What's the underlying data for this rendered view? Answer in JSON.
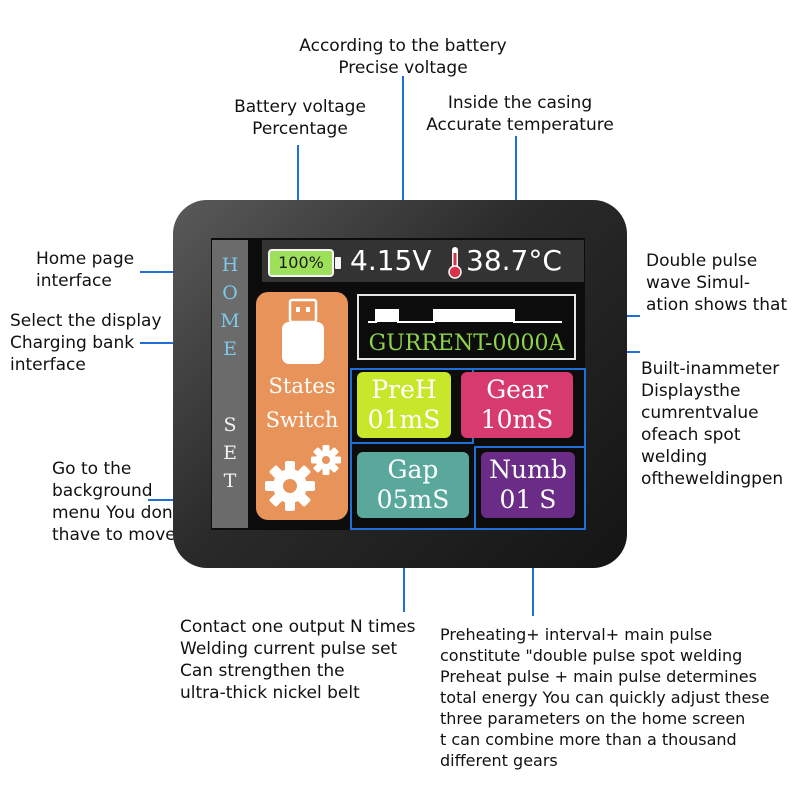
{
  "screen": {
    "sidebar": {
      "home_letters": [
        "H",
        "O",
        "M",
        "E"
      ],
      "set_letters": [
        "S",
        "E",
        "T"
      ]
    },
    "status_bar": {
      "battery_percent": "100%",
      "voltage": "4.15V",
      "temperature": "38.7°C"
    },
    "states_switch": {
      "line1": "States",
      "line2": "Switch"
    },
    "pulse_display": {
      "current_label": "GURRENT-0000A"
    },
    "tiles": {
      "preh": {
        "label": "PreH",
        "value": "01mS"
      },
      "gear": {
        "label": "Gear",
        "value": "10mS"
      },
      "gap": {
        "label": "Gap",
        "value": "05mS"
      },
      "numb": {
        "label": "Numb",
        "value": "01 S"
      }
    }
  },
  "annotations": {
    "battery_precise": [
      "According to the battery",
      "Precise voltage"
    ],
    "battery_percentage": [
      "Battery voltage",
      "Percentage"
    ],
    "inside_casing": [
      "Inside the casing",
      "Accurate temperature"
    ],
    "home_page": [
      "Home page",
      "interface"
    ],
    "select_display": [
      "Select the display",
      "Charging bank",
      "interface"
    ],
    "background_menu": [
      "Go to the",
      "background",
      "menu You don'",
      "thave to move"
    ],
    "double_pulse": [
      "Double pulse",
      "wave Simul-",
      "ation shows that"
    ],
    "ammeter": [
      "Built-inammeter",
      "Displaysthe",
      "cumrentvalue",
      "ofeach spot",
      "welding",
      "oftheweldingpen"
    ],
    "contact_output": [
      "Contact one output N times",
      "Welding current pulse set",
      "Can strengthen the",
      "ultra-thick nickel belt"
    ],
    "preheating": [
      "Preheating+ interval+ main pulse",
      "constitute \"double pulse spot welding",
      "Preheat pulse + main pulse determines",
      "total energy You can quickly adjust these",
      "three parameters on the home screen",
      "t can combine more than a thousand",
      "different gears"
    ]
  },
  "colors": {
    "battery_fill": "#9ee05a",
    "states_orange": "#e8935a",
    "preh_tile": "#c8e62a",
    "gear_tile": "#d63a6e",
    "gap_tile": "#5aa89c",
    "numb_tile": "#6a2c86",
    "current_green": "#8ed44a",
    "callout_blue": "#1f6fd6",
    "thermometer_red": "#d8324a"
  },
  "icons": [
    "usb-stick-icon",
    "gears-icon",
    "thermometer-icon",
    "battery-icon"
  ]
}
